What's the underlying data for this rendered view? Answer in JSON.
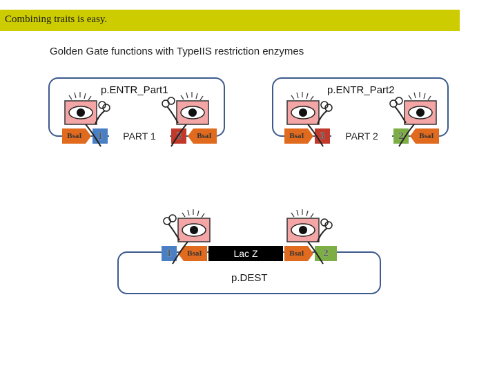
{
  "slide": {
    "title": "Combining traits is easy.",
    "subtitle": "Golden Gate functions with TypeIIS restriction enzymes"
  },
  "plasmids": {
    "entr1": {
      "label": "p.ENTR_Part1",
      "part": "PART 1",
      "site_left": "1",
      "site_right": "3"
    },
    "entr2": {
      "label": "p.ENTR_Part2",
      "part": "PART 2",
      "site_left": "3",
      "site_right": "2"
    },
    "dest": {
      "label": "p.DEST",
      "insert": "Lac Z",
      "site_left": "1",
      "site_right": "2"
    }
  },
  "enzyme_label": "BsaI",
  "colors": {
    "header": "#cccc00",
    "bsai_arrow": "#e06a1e",
    "overhang_1": "#4a7fc4",
    "overhang_3": "#c0392b",
    "overhang_2": "#7cae45",
    "plasmid_border": "#3c5a8c"
  },
  "icons": [
    "eye-enzyme-icon",
    "bsai-arrow-icon"
  ]
}
